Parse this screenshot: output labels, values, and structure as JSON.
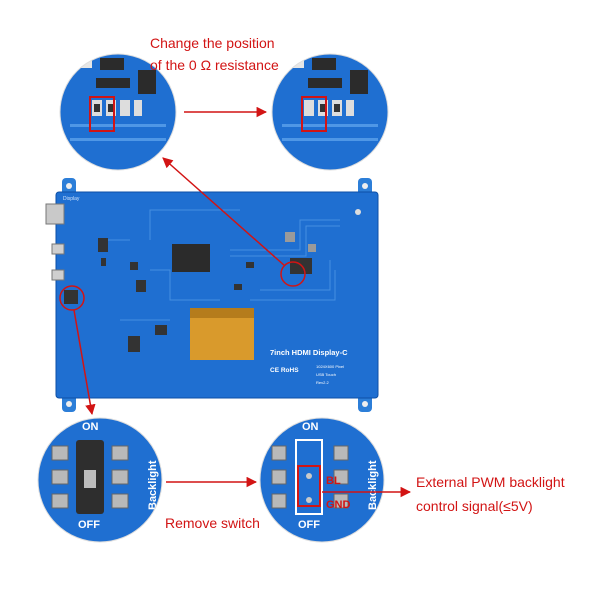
{
  "annotations": {
    "top_line1": "Change the position",
    "top_line2": "of the 0 Ω resistance",
    "switch": "Remove switch",
    "pwm_line1": "External PWM backlight",
    "pwm_line2": "control signal(≤5V)"
  },
  "board": {
    "display_label": "Display",
    "title": "7inch HDMI Display-C",
    "marks": "CE RoHS",
    "resolution": "1024X600 Pixel",
    "touch": "USB Touch",
    "rev": "Rev2.2"
  },
  "switch_zoom": {
    "on": "ON",
    "off": "OFF",
    "side": "Backlight"
  },
  "mod_zoom": {
    "on": "ON",
    "off": "OFF",
    "side": "Backlight",
    "bl": "BL",
    "gnd": "GND"
  },
  "colors": {
    "pcb": "#1f6fd1",
    "pcb_dark": "#0d4fa6",
    "annotation": "#d21414"
  }
}
